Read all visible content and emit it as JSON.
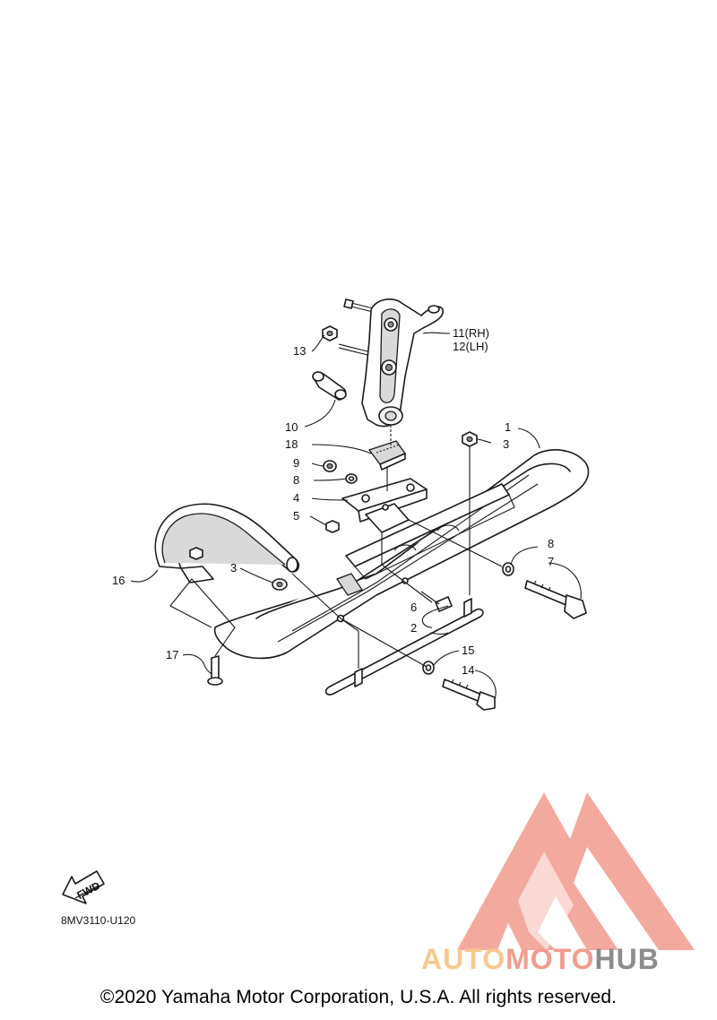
{
  "callouts": {
    "c1": "1",
    "c2": "2",
    "c3a": "3",
    "c3b": "3",
    "c4": "4",
    "c5": "5",
    "c6": "6",
    "c7": "7",
    "c8a": "8",
    "c8b": "8",
    "c9": "9",
    "c10": "10",
    "c11": "11(RH)",
    "c12": "12(LH)",
    "c13": "13",
    "c14": "14",
    "c15": "15",
    "c16": "16",
    "c17": "17",
    "c18": "18"
  },
  "fwd_label": "FWD",
  "diagram_code": "8MV3110-U120",
  "copyright": "©2020 Yamaha Motor Corporation, U.S.A. All rights reserved.",
  "watermark": {
    "auto": "AUTO",
    "moto": "MOTO",
    "hub": "HUB",
    "logo_color": "#f39b8f",
    "auto_color": "#f7c88f",
    "hub_color": "#8c8c8c"
  }
}
